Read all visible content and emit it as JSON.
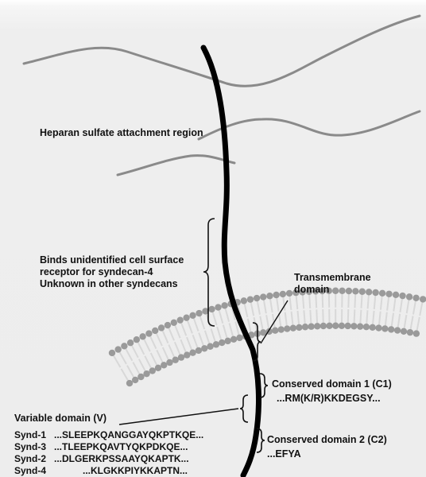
{
  "labels": {
    "heparan_region": "Heparan sulfate attachment region",
    "binds_line1": "Binds unidentified cell surface",
    "binds_line2": "receptor for syndecan-4",
    "binds_line3": "Unknown in other syndecans",
    "transmembrane_line1": "Transmembrane",
    "transmembrane_line2": "domain",
    "c1_title": "Conserved domain 1 (C1)",
    "c1_sequence": "...RM(K/R)KKDEGSY...",
    "variable_domain": "Variable domain (V)",
    "c2_title": "Conserved domain 2 (C2)",
    "c2_sequence": "...EFYA"
  },
  "sequences": [
    {
      "name": "Synd-1",
      "seq": "...SLEEPKQANGGAYQKPTKQE..."
    },
    {
      "name": "Synd-3",
      "seq": "...TLEEPKQAVTYQKPDKQE..."
    },
    {
      "name": "Synd-2",
      "seq": "...DLGERKPSSAAYQKAPTK..."
    },
    {
      "name": "Synd-4",
      "seq": "...KLGKKPIYKKAPTN..."
    }
  ],
  "colors": {
    "core_protein": "#000000",
    "heparan_chains": "#8a8a8a",
    "membrane_heads": "#9a9a9a",
    "membrane_tails": "#d8d8d8"
  }
}
